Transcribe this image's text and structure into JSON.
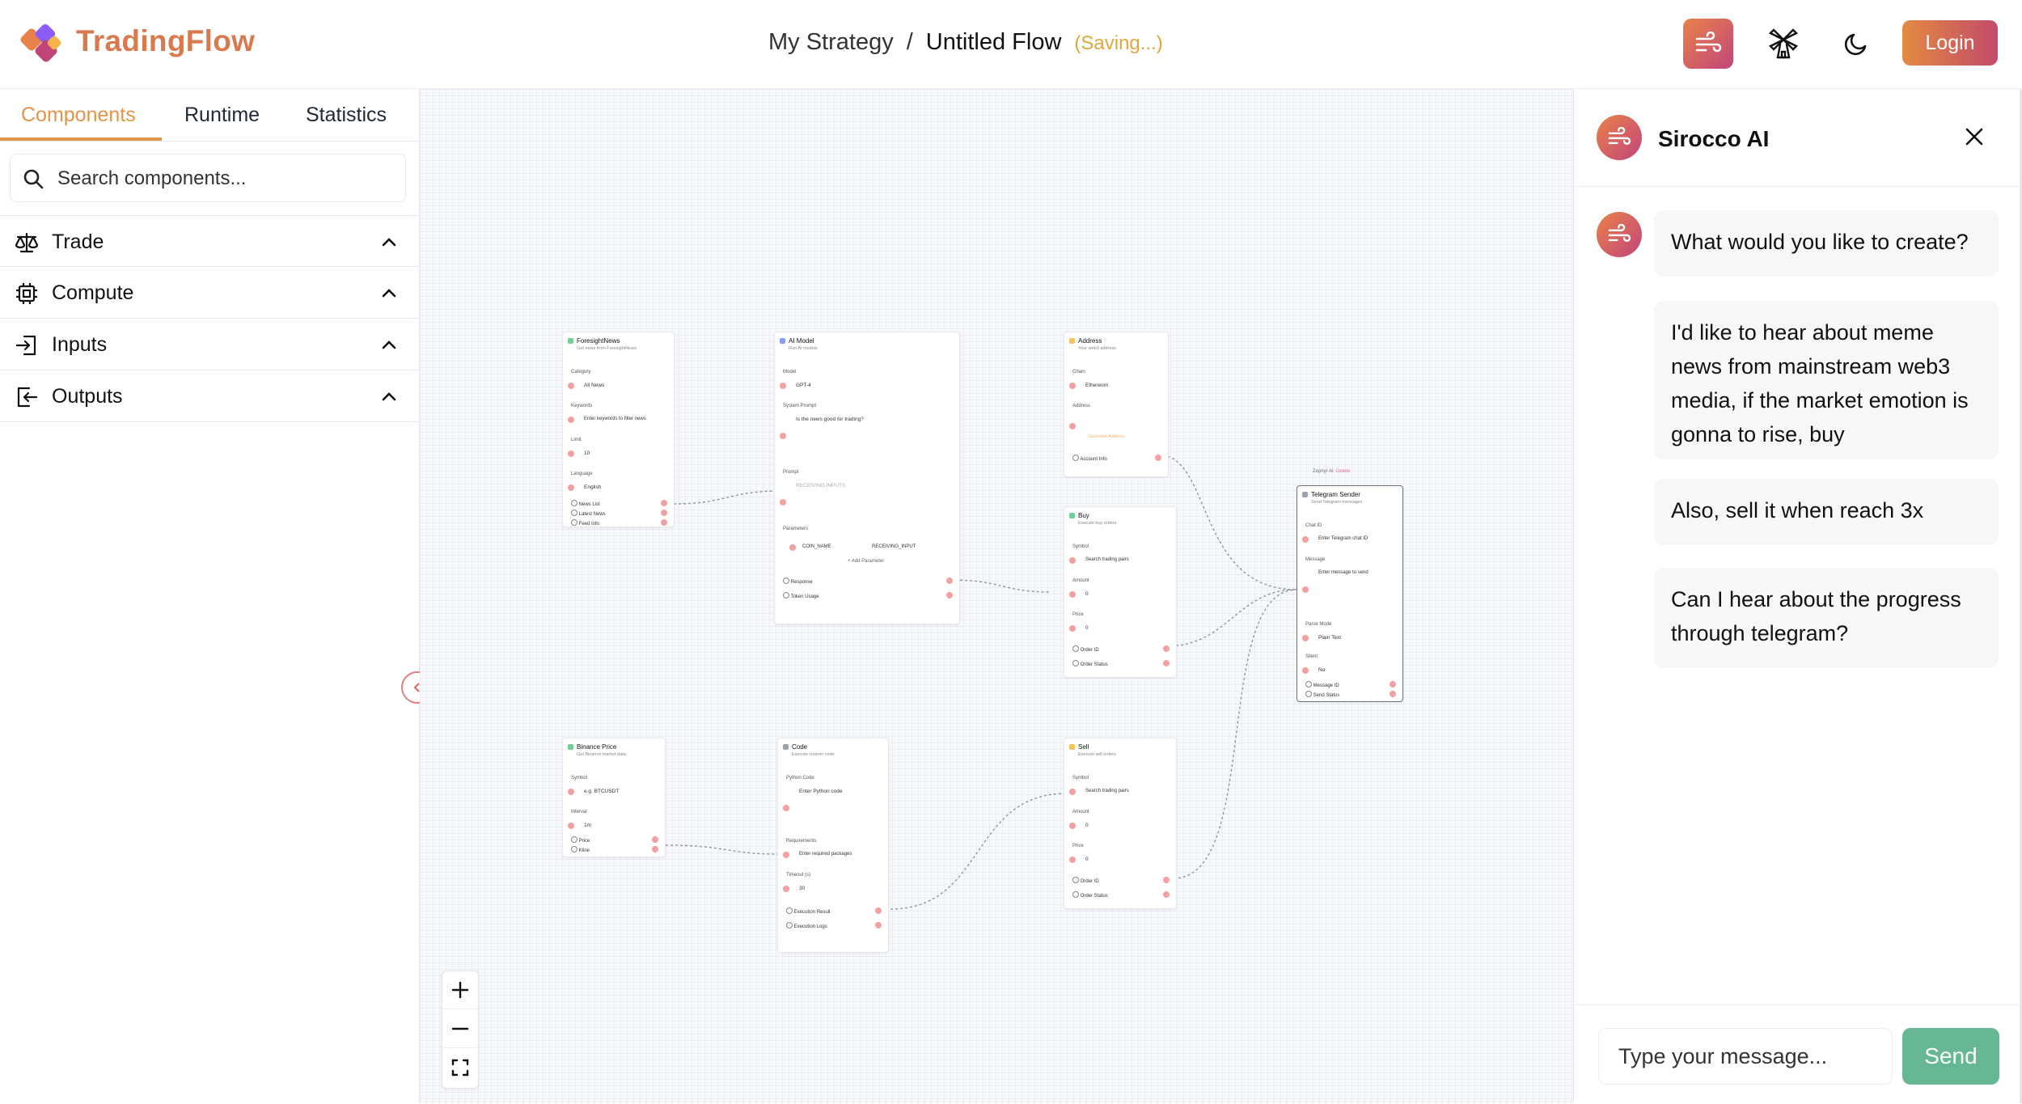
{
  "app": {
    "brand": "TradingFlow"
  },
  "breadcrumb": {
    "strategy": "My Strategy",
    "separator": "/",
    "flow": "Untitled Flow",
    "status": "(Saving...)"
  },
  "header": {
    "login_label": "Login",
    "icons": [
      "ai-wind-icon",
      "windmill-icon",
      "moon-icon"
    ]
  },
  "sidebar": {
    "tabs": [
      {
        "label": "Components"
      },
      {
        "label": "Runtime"
      },
      {
        "label": "Statistics"
      }
    ],
    "active_tab": "Components",
    "search_placeholder": "Search components...",
    "categories": [
      {
        "label": "Trade"
      },
      {
        "label": "Compute"
      },
      {
        "label": "Inputs"
      },
      {
        "label": "Outputs"
      }
    ]
  },
  "nodes": {
    "foresight": {
      "title": "ForesightNews",
      "subtitle": "Get news from ForesightNews",
      "category_label": "Category",
      "category_value": "All News",
      "keywords_label": "Keywords",
      "keywords_placeholder": "Enter keywords to filter news",
      "limit_label": "Limit",
      "limit_value": "10",
      "language_label": "Language",
      "language_value": "English",
      "outputs": [
        "News List",
        "Latest News",
        "Feed Info"
      ]
    },
    "ai_model": {
      "title": "AI Model",
      "subtitle": "Run AI models",
      "model_label": "Model",
      "model_value": "GPT-4",
      "system_prompt_label": "System Prompt",
      "system_prompt_value": "Is the news good for trading?",
      "prompt_label": "Prompt",
      "prompt_value": "RECEIVING INPUTS",
      "parameters_label": "Parameters",
      "param_key": "COIN_NAME",
      "param_value": "RECEIVING_INPUT",
      "add_param": "+ Add Parameter",
      "outputs": [
        "Response",
        "Token Usage"
      ]
    },
    "address": {
      "title": "Address",
      "subtitle": "Your web3 address",
      "chain_label": "Chain",
      "chain_value": "Ethereum",
      "address_label": "Address",
      "generate": "Generate Address",
      "outputs": [
        "Account Info"
      ]
    },
    "buy": {
      "title": "Buy",
      "subtitle": "Execute buy orders",
      "symbol_label": "Symbol",
      "symbol_placeholder": "Search trading pairs",
      "amount_label": "Amount",
      "amount_value": "0",
      "price_label": "Price",
      "price_value": "0",
      "outputs": [
        "Order ID",
        "Order Status"
      ]
    },
    "telegram": {
      "actions": [
        "Zephyr AI",
        "Delete"
      ],
      "title": "Telegram Sender",
      "subtitle": "Send Telegram messages",
      "chat_label": "Chat ID",
      "chat_placeholder": "Enter Telegram chat ID",
      "message_label": "Message",
      "message_placeholder": "Enter message to send",
      "parse_label": "Parse Mode",
      "parse_value": "Plain Text",
      "silent_label": "Silent",
      "silent_value": "No",
      "outputs": [
        "Message ID",
        "Send Status"
      ]
    },
    "binance": {
      "title": "Binance Price",
      "subtitle": "Get Binance market data",
      "symbol_label": "Symbol",
      "symbol_placeholder": "e.g. BTCUSDT",
      "interval_label": "Interval",
      "interval_value": "1m",
      "outputs": [
        "Price",
        "Kline"
      ]
    },
    "code": {
      "title": "Code",
      "subtitle": "Execute custom code",
      "python_label": "Python Code",
      "python_placeholder": "Enter Python code",
      "req_label": "Requirements",
      "req_placeholder": "Enter required packages",
      "timeout_label": "Timeout (s)",
      "timeout_value": "30",
      "outputs": [
        "Execution Result",
        "Execution Logs"
      ]
    },
    "sell": {
      "title": "Sell",
      "subtitle": "Execute sell orders",
      "symbol_label": "Symbol",
      "symbol_placeholder": "Search trading pairs",
      "amount_label": "Amount",
      "amount_value": "0",
      "price_label": "Price",
      "price_value": "0",
      "outputs": [
        "Order ID",
        "Order Status"
      ]
    }
  },
  "canvas_controls": [
    "zoom-in",
    "zoom-out",
    "fit-view"
  ],
  "chat": {
    "title": "Sirocco AI",
    "messages": [
      {
        "role": "assistant",
        "text": "What would you like to create?"
      },
      {
        "role": "user",
        "text": "I'd like to hear about meme news from mainstream web3 media, if the market emotion is gonna to rise, buy"
      },
      {
        "role": "user",
        "text": "Also, sell it when reach 3x"
      },
      {
        "role": "user",
        "text": "Can I hear about the progress through telegram?"
      }
    ],
    "input_placeholder": "Type your message...",
    "send_label": "Send"
  },
  "colors": {
    "brand_orange": "#e0954a",
    "gradient_start": "#e9824a",
    "gradient_end": "#c2457a",
    "send_green": "#65b892",
    "port_red": "#f4a0a0"
  }
}
